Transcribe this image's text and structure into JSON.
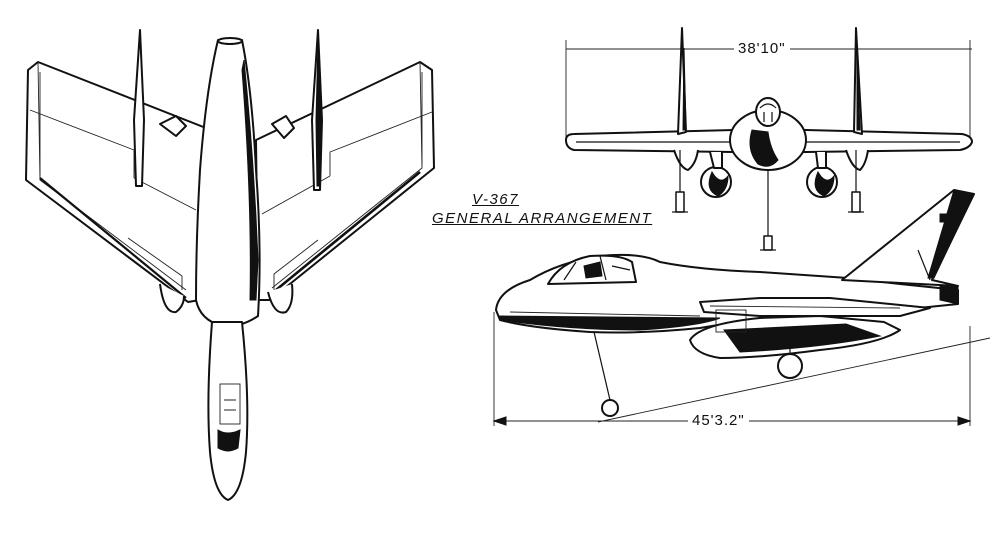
{
  "drawing": {
    "model_label": "V-367",
    "subtitle_label": "GENERAL ARRANGEMENT",
    "span_dimension": "38'10\"",
    "length_dimension": "45'3.2\""
  },
  "colors": {
    "ink": "#111111",
    "paper": "#ffffff"
  }
}
